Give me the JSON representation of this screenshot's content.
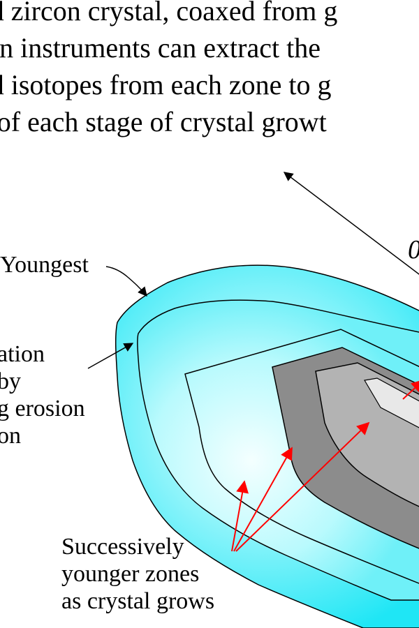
{
  "intro_text": [
    "ed zircon crystal, coaxed from g",
    "ion instruments can extract the",
    "ad isotopes from each zone to g",
    "e of each stage of crystal growt"
  ],
  "labels": {
    "youngest": "Youngest",
    "erosion_note": [
      "ation",
      "by",
      "g erosion",
      "on"
    ],
    "zones_note": [
      "Successively",
      "younger zones",
      "as crystal grows"
    ]
  },
  "partial_glyph": "0",
  "colors": {
    "outer_zone": "#1fe6f5",
    "inner_zone_light": "#e6ffff",
    "core_dark": "#8c8c8c",
    "core_mid": "#b3b3b3",
    "core_light": "#e8e8e8",
    "arrow_red": "#ff0000",
    "arrow_black": "#000000"
  }
}
